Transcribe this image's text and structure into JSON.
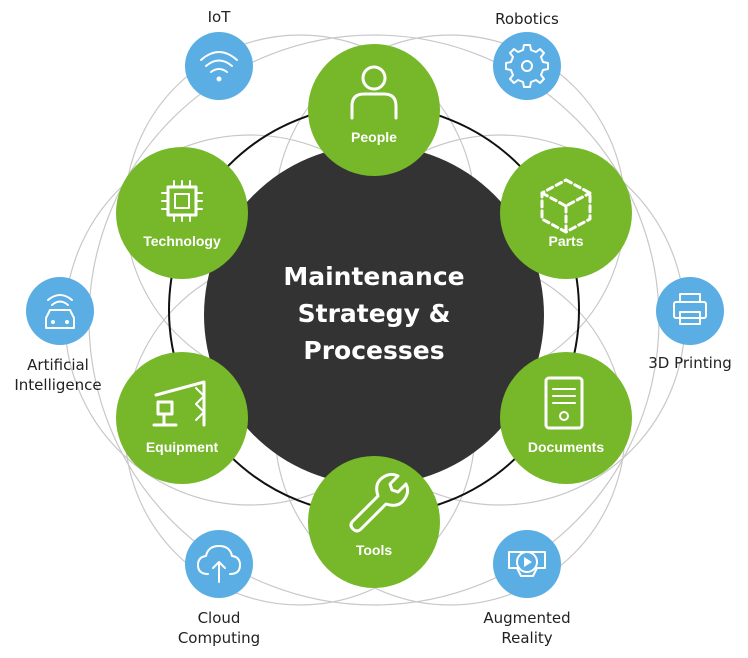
{
  "center": {
    "title_lines": [
      "Maintenance",
      "Strategy &",
      "Processes"
    ],
    "color": "#333333"
  },
  "colors": {
    "green_node": "#76b82a",
    "blue_node": "#5aaee3",
    "ring_light": "#c8c8c8",
    "ring_dark": "#111111"
  },
  "core_nodes": [
    {
      "label": "People",
      "icon": "person-icon"
    },
    {
      "label": "Parts",
      "icon": "cube-icon"
    },
    {
      "label": "Documents",
      "icon": "document-icon"
    },
    {
      "label": "Tools",
      "icon": "wrench-icon"
    },
    {
      "label": "Equipment",
      "icon": "crane-icon"
    },
    {
      "label": "Technology",
      "icon": "chip-icon"
    }
  ],
  "technologies": [
    {
      "label_lines": [
        "IoT"
      ],
      "icon": "wifi-icon"
    },
    {
      "label_lines": [
        "Robotics"
      ],
      "icon": "gear-icon"
    },
    {
      "label_lines": [
        "3D Printing"
      ],
      "icon": "printer-icon"
    },
    {
      "label_lines": [
        "Augmented",
        "Reality"
      ],
      "icon": "vr-headset-icon"
    },
    {
      "label_lines": [
        "Cloud",
        "Computing"
      ],
      "icon": "cloud-upload-icon"
    },
    {
      "label_lines": [
        "Artificial",
        "Intelligence"
      ],
      "icon": "autonomous-car-icon"
    }
  ]
}
